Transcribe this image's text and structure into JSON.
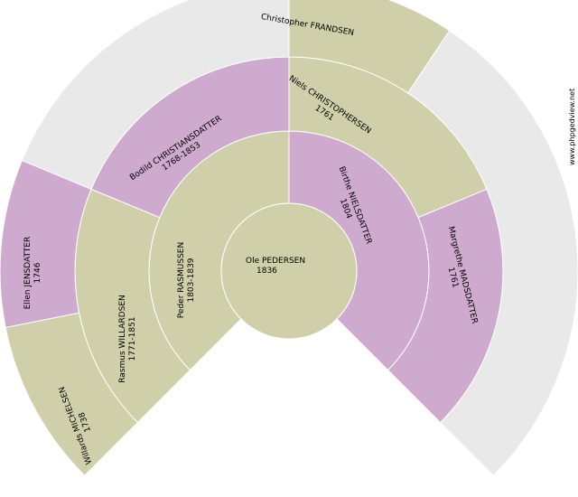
{
  "colors": {
    "male": "#cfcfaa",
    "female": "#cfaacf",
    "empty": "#e9e9e9",
    "stroke": "#ffffff"
  },
  "watermark": "www.phpgedview.net",
  "center": {
    "name": "Ole PEDERSEN",
    "date": "1836"
  },
  "persons": [
    {
      "id": "peder",
      "gen": 1,
      "sex": "male",
      "name": "Peder RASMUSSEN",
      "date": "1803-1839"
    },
    {
      "id": "birthe",
      "gen": 1,
      "sex": "female",
      "name": "Birthe NIELSDATTER",
      "date": "1804"
    },
    {
      "id": "rasmus",
      "gen": 2,
      "sex": "male",
      "name": "Rasmus WILLARDSEN",
      "date": "1771-1851"
    },
    {
      "id": "bodild",
      "gen": 2,
      "sex": "female",
      "name": "Bodild CHRISTIANSDATTER",
      "date": "1768-1853"
    },
    {
      "id": "niels",
      "gen": 2,
      "sex": "male",
      "name": "Niels CHRISTOPHERSEN",
      "date": "1761"
    },
    {
      "id": "margrethe",
      "gen": 2,
      "sex": "female",
      "name": "Margrethe MADSDATTER",
      "date": "1761"
    },
    {
      "id": "willards",
      "gen": 3,
      "sex": "male",
      "name": "Willards MICHELSEN",
      "date": "1738"
    },
    {
      "id": "ellen",
      "gen": 3,
      "sex": "female",
      "name": "Ellen JENSDATTER",
      "date": "1746"
    },
    {
      "id": "gen3-empty-1",
      "gen": 3,
      "sex": "empty",
      "name": "",
      "date": ""
    },
    {
      "id": "christopher",
      "gen": 3,
      "sex": "male",
      "name": "Christopher FRANDSEN",
      "date": ""
    },
    {
      "id": "gen3-empty-2",
      "gen": 3,
      "sex": "empty",
      "name": "",
      "date": ""
    }
  ]
}
